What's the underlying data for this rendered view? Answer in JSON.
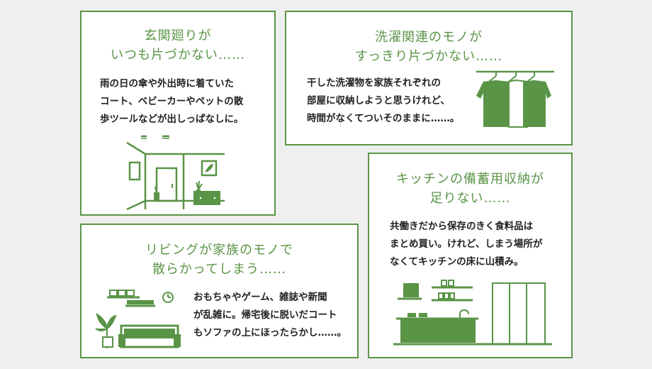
{
  "cards": [
    {
      "title": [
        "玄関廻りが",
        "いつも片づかない……"
      ],
      "body": [
        "雨の日の傘や外出時に着ていた",
        "コート、ベビーカーやペットの散",
        "歩ツールなどが出しっぱなしに。"
      ],
      "illustration": "entrance-icon"
    },
    {
      "title": [
        "洗濯関連のモノが",
        "すっきり片づかない……"
      ],
      "body": [
        "干した洗濯物を家族それぞれの",
        "部屋に収納しようと思うけれど、",
        "時間がなくてついそのままに……。"
      ],
      "illustration": "laundry-icon"
    },
    {
      "title": [
        "キッチンの備蓄用収納が",
        "足りない……"
      ],
      "body": [
        "共働きだから保存のきく食料品は",
        "まとめ買い。けれど、しまう場所が",
        "なくてキッチンの床に山積み。"
      ],
      "illustration": "kitchen-icon"
    },
    {
      "title": [
        "リビングが家族のモノで",
        "散らかってしまう……"
      ],
      "body": [
        "おもちゃやゲーム、雑誌や新聞",
        "が乱雑に。帰宅後に脱いだコート",
        "もソファの上にほったらかし……。"
      ],
      "illustration": "living-room-icon"
    }
  ],
  "colors": {
    "accent": "#5a9447",
    "background": "#efefef",
    "card": "#ffffff",
    "text": "#222222"
  }
}
